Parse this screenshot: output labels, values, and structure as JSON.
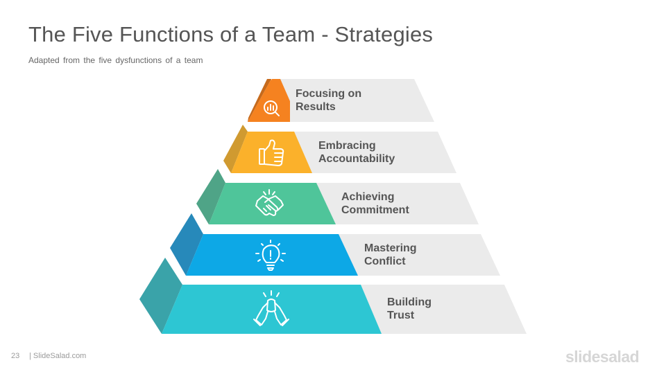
{
  "header": {
    "title": "The Five Functions of a Team - Strategies",
    "subtitle": "Adapted from the five dysfunctions of a team"
  },
  "pyramid": {
    "levels": [
      {
        "line1": "Focusing on",
        "line2": "Results",
        "icon": "magnifier-chart-icon",
        "color": "#F58220",
        "side_color": "#C66A1C"
      },
      {
        "line1": "Embracing",
        "line2": "Accountability",
        "icon": "thumbs-up-icon",
        "color": "#FBB12B",
        "side_color": "#D09A30"
      },
      {
        "line1": "Achieving",
        "line2": "Commitment",
        "icon": "handshake-icon",
        "color": "#4FC59A",
        "side_color": "#4FA487"
      },
      {
        "line1": "Mastering",
        "line2": "Conflict",
        "icon": "lightbulb-icon",
        "color": "#0DA8E6",
        "side_color": "#2789BA"
      },
      {
        "line1": "Building",
        "line2": "Trust",
        "icon": "clasped-hands-icon",
        "color": "#2DC6D3",
        "side_color": "#3AA3A9"
      }
    ],
    "panel_color": "#EBEBEB"
  },
  "footer": {
    "page_number": "23",
    "site": "| SlideSalad.com",
    "brand": "slidesalad"
  }
}
